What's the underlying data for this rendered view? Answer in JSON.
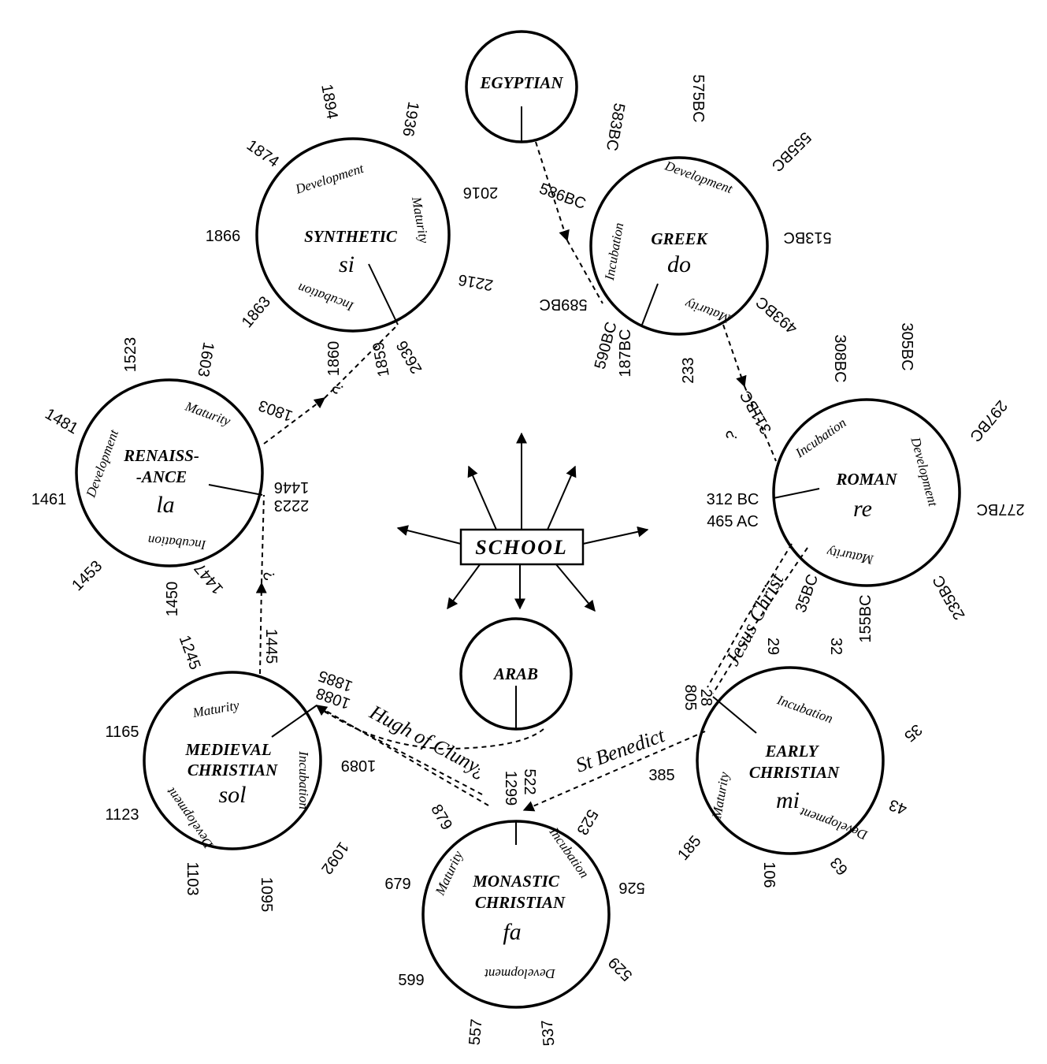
{
  "school": {
    "label": "SCHOOL"
  },
  "egyptian": {
    "name": "EGYPTIAN"
  },
  "arab": {
    "name": "ARAB"
  },
  "greek": {
    "name": "GREEK",
    "syllable": "do",
    "phases": [
      "Development",
      "Maturity",
      "Incubation"
    ],
    "dates": [
      "583BC",
      "575BC",
      "555BC",
      "513BC",
      "493BC",
      "308BC",
      "233",
      "187BC",
      "590BC",
      "589BC",
      "586BC"
    ]
  },
  "roman": {
    "name": "ROMAN",
    "syllable": "re",
    "phases": [
      "Incubation",
      "Development",
      "Maturity"
    ],
    "dates": [
      "305BC",
      "297BC",
      "277BC",
      "235BC",
      "155BC",
      "35BC",
      "312 BC",
      "465 AC",
      "311BC"
    ]
  },
  "synthetic": {
    "name": "SYNTHETIC",
    "syllable": "si",
    "phases": [
      "Development",
      "Maturity",
      "Incubation"
    ],
    "dates": [
      "1874",
      "1894",
      "1936",
      "2016",
      "2216",
      "2636",
      "1859",
      "1860",
      "1863",
      "1866"
    ]
  },
  "renaissance": {
    "name1": "RENAISS-",
    "name2": "-ANCE",
    "syllable": "la",
    "phases": [
      "Maturity",
      "Development",
      "Incubation"
    ],
    "dates": [
      "1523",
      "1603",
      "1481",
      "1461",
      "1453",
      "1450",
      "1447",
      "1446",
      "2223",
      "1803"
    ]
  },
  "medieval": {
    "name1": "MEDIEVAL",
    "name2": "CHRISTIAN",
    "syllable": "sol",
    "phases": [
      "Maturity",
      "Incubation",
      "Development"
    ],
    "dates": [
      "1245",
      "1165",
      "1123",
      "1103",
      "1095",
      "1092",
      "1089",
      "1088",
      "1885",
      "1445"
    ]
  },
  "monastic": {
    "name1": "MONASTIC",
    "name2": "CHRISTIAN",
    "syllable": "fa",
    "phases": [
      "Maturity",
      "Incubation",
      "Development"
    ],
    "dates": [
      "879",
      "679",
      "599",
      "557",
      "537",
      "529",
      "526",
      "523",
      "522",
      "1299"
    ]
  },
  "early": {
    "name1": "EARLY",
    "name2": "CHRISTIAN",
    "syllable": "mi",
    "phases": [
      "Incubation",
      "Development",
      "Maturity"
    ],
    "dates": [
      "29",
      "32",
      "35",
      "43",
      "63",
      "106",
      "185",
      "385",
      "805",
      "28"
    ]
  },
  "connections": {
    "hugh": "Hugh of Cluny",
    "benedict": "St Benedict",
    "jesus": "Jesus Christ",
    "unknown": "?"
  }
}
